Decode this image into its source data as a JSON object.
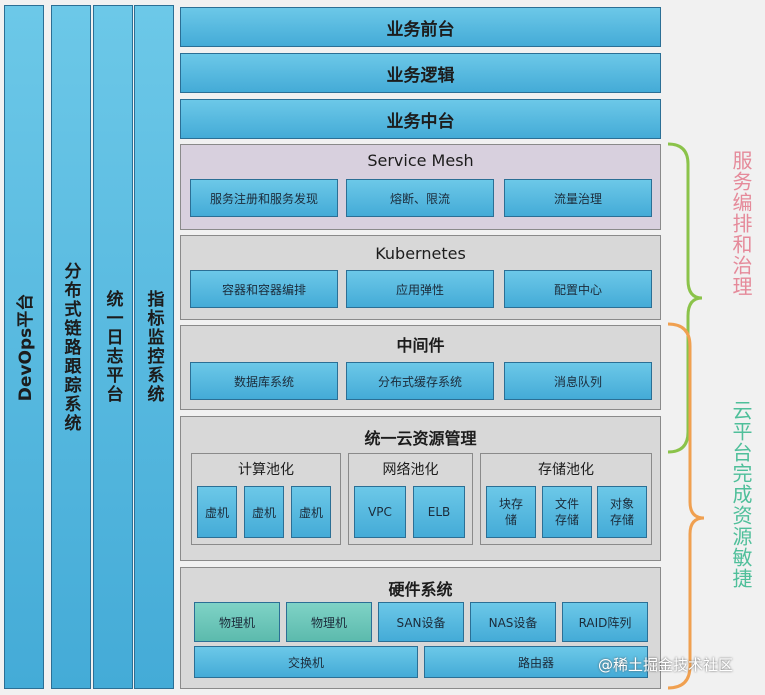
{
  "columns": {
    "devops": "DevOps平台",
    "tracing": "分布式链路跟踪系统",
    "logging": "统一日志平台",
    "metrics": "指标监控系统"
  },
  "layers": {
    "business_frontend": "业务前台",
    "business_logic": "业务逻辑",
    "business_middle": "业务中台"
  },
  "service_mesh": {
    "title": "Service Mesh",
    "items": [
      "服务注册和服务发现",
      "熔断、限流",
      "流量治理"
    ]
  },
  "kubernetes": {
    "title": "Kubernetes",
    "items": [
      "容器和容器编排",
      "应用弹性",
      "配置中心"
    ]
  },
  "middleware": {
    "title": "中间件",
    "items": [
      "数据库系统",
      "分布式缓存系统",
      "消息队列"
    ]
  },
  "cloud": {
    "title": "统一云资源管理",
    "compute": {
      "title": "计算池化",
      "items": [
        "虚机",
        "虚机",
        "虚机"
      ]
    },
    "network": {
      "title": "网络池化",
      "items": [
        "VPC",
        "ELB"
      ]
    },
    "storage": {
      "title": "存储池化",
      "items": [
        "块存储",
        "文件存储",
        "对象存储"
      ]
    }
  },
  "hardware": {
    "title": "硬件系统",
    "row1": [
      "物理机",
      "物理机",
      "SAN设备",
      "NAS设备",
      "RAID阵列"
    ],
    "row2": [
      "交换机",
      "路由器"
    ]
  },
  "side_labels": {
    "governance": "服务编排和治理",
    "agility": "云平台完成资源敏捷"
  },
  "colors": {
    "green_bracket": "#8bc34a",
    "orange_bracket": "#f0a050",
    "governance_text": "#e58a9a",
    "agility_text": "#4fbf9a"
  },
  "watermark": "@稀土掘金技术社区"
}
